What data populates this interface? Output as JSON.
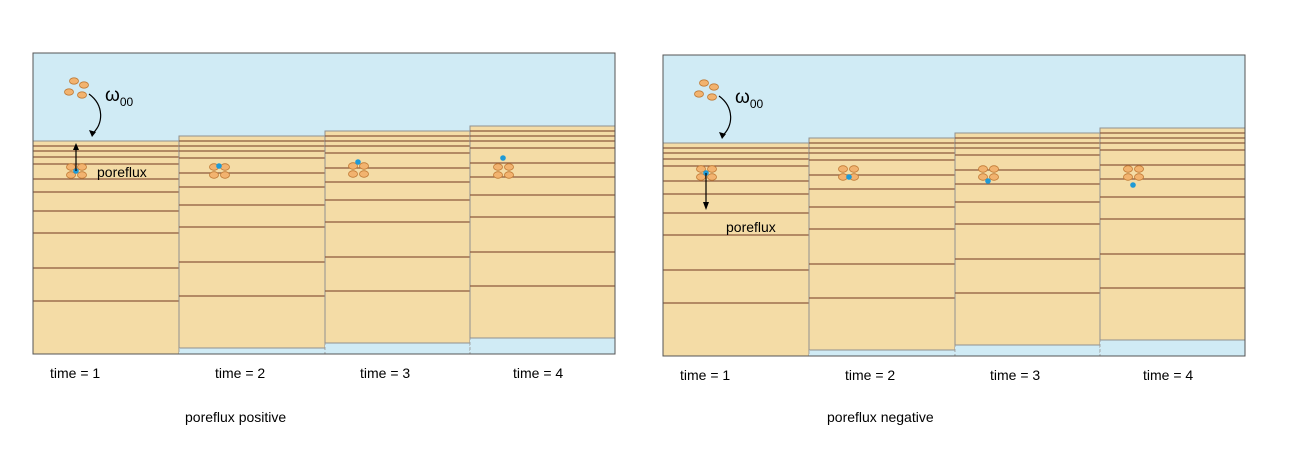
{
  "panels": [
    {
      "omega_symbol": "ω",
      "omega_subscript": "00",
      "poreflux_label": "poreflux",
      "time_labels": [
        "time = 1",
        "time = 2",
        "time = 3",
        "time = 4"
      ],
      "caption": "poreflux positive",
      "flux_direction": "up"
    },
    {
      "omega_symbol": "ω",
      "omega_subscript": "00",
      "poreflux_label": "poreflux",
      "time_labels": [
        "time = 1",
        "time = 2",
        "time = 3",
        "time = 4"
      ],
      "caption": "poreflux negative",
      "flux_direction": "down"
    }
  ],
  "colors": {
    "water": "#d0ebf5",
    "sediment": "#f4dca6",
    "layer_line": "#8c5a3c",
    "grain_fill": "#f2b36f",
    "grain_stroke": "#c07a35",
    "solute": "#1f9ad6",
    "frame": "#555555",
    "sediment_edge": "#909090"
  }
}
